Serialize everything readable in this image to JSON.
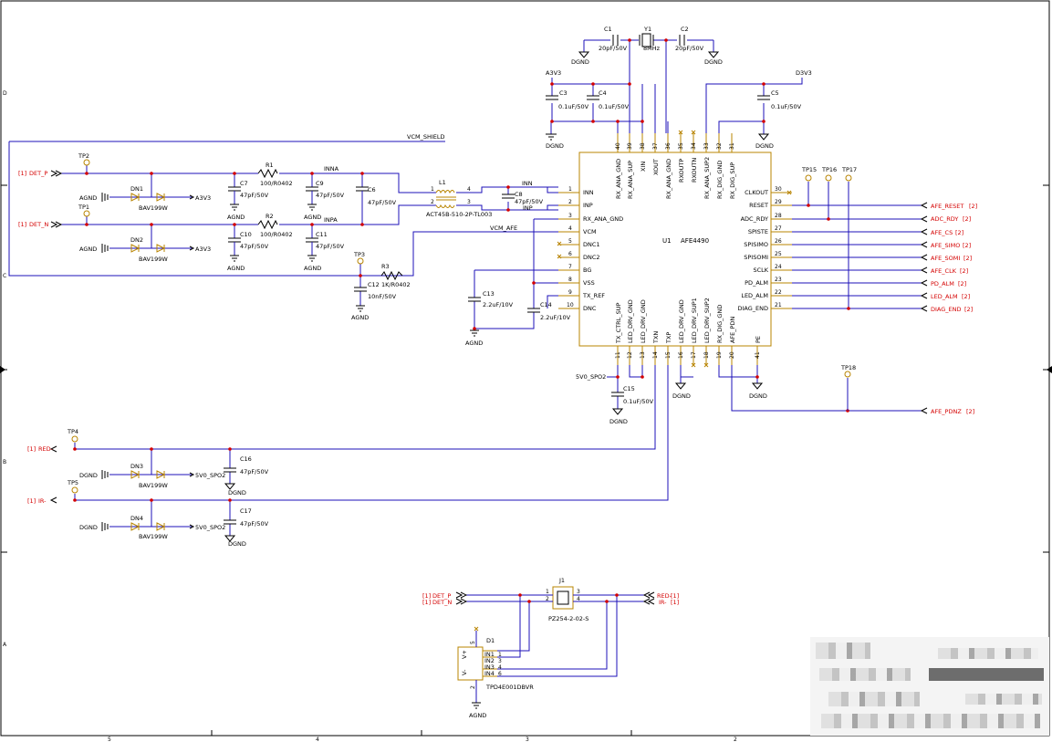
{
  "chip": {
    "ref": "U1",
    "part": "AFE4490"
  },
  "pins_left": [
    {
      "num": "1",
      "name": "INN"
    },
    {
      "num": "2",
      "name": "INP"
    },
    {
      "num": "3",
      "name": "RX_ANA_GND"
    },
    {
      "num": "4",
      "name": "VCM"
    },
    {
      "num": "5",
      "name": "DNC1"
    },
    {
      "num": "6",
      "name": "DNC2"
    },
    {
      "num": "7",
      "name": "BG"
    },
    {
      "num": "8",
      "name": "VSS"
    },
    {
      "num": "9",
      "name": "TX_REF"
    },
    {
      "num": "10",
      "name": "DNC"
    }
  ],
  "pins_right": [
    {
      "num": "30",
      "name": "CLKOUT"
    },
    {
      "num": "29",
      "name": "RESET"
    },
    {
      "num": "28",
      "name": "ADC_RDY"
    },
    {
      "num": "27",
      "name": "SPISTE"
    },
    {
      "num": "26",
      "name": "SPISIMO"
    },
    {
      "num": "25",
      "name": "SPISOMI"
    },
    {
      "num": "24",
      "name": "SCLK"
    },
    {
      "num": "23",
      "name": "PD_ALM"
    },
    {
      "num": "22",
      "name": "LED_ALM"
    },
    {
      "num": "21",
      "name": "DIAG_END"
    }
  ],
  "pins_top": [
    {
      "num": "40",
      "name": "RX_ANA_GND"
    },
    {
      "num": "39",
      "name": "RX_ANA_SUP"
    },
    {
      "num": "38",
      "name": "XIN"
    },
    {
      "num": "37",
      "name": "XOUT"
    },
    {
      "num": "36",
      "name": "RX_ANA_GND"
    },
    {
      "num": "35",
      "name": "RXOUTP"
    },
    {
      "num": "34",
      "name": "RXOUTN"
    },
    {
      "num": "33",
      "name": "RX_ANA_SUP2"
    },
    {
      "num": "32",
      "name": "RX_DIG_GND"
    },
    {
      "num": "31",
      "name": "RX_DIG_SUP"
    }
  ],
  "pins_bottom": [
    {
      "num": "11",
      "name": "TX_CTRL_SUP"
    },
    {
      "num": "12",
      "name": "LED_DRV_GND"
    },
    {
      "num": "13",
      "name": "LED_DRV_GND"
    },
    {
      "num": "14",
      "name": "TXN"
    },
    {
      "num": "15",
      "name": "TXP"
    },
    {
      "num": "16",
      "name": "LED_DRV_GND"
    },
    {
      "num": "17",
      "name": "LED_DRV_SUP1"
    },
    {
      "num": "18",
      "name": "LED_DRV_SUP2"
    },
    {
      "num": "19",
      "name": "RX_DIG_GND"
    },
    {
      "num": "20",
      "name": "AFE_PDN"
    },
    {
      "num": "41",
      "name": "PE"
    }
  ],
  "left_ports": [
    {
      "sheet": "[1]",
      "name": "DET_P"
    },
    {
      "sheet": "[1]",
      "name": "DET_N"
    },
    {
      "sheet": "[1]",
      "name": "RED-"
    },
    {
      "sheet": "[1]",
      "name": "IR-"
    }
  ],
  "right_ports": [
    {
      "name": "AFE_RESET",
      "sheet": "[2]"
    },
    {
      "name": "ADC_RDY",
      "sheet": "[2]"
    },
    {
      "name": "AFE_CS",
      "sheet": "[2]"
    },
    {
      "name": "AFE_SIMO",
      "sheet": "[2]"
    },
    {
      "name": "AFE_SOMI",
      "sheet": "[2]"
    },
    {
      "name": "AFE_CLK",
      "sheet": "[2]"
    },
    {
      "name": "PD_ALM",
      "sheet": "[2]"
    },
    {
      "name": "LED_ALM",
      "sheet": "[2]"
    },
    {
      "name": "DIAG_END",
      "sheet": "[2]"
    },
    {
      "name": "AFE_PDNZ",
      "sheet": "[2]"
    }
  ],
  "labels": {
    "vcm_shield": "VCM_SHIELD",
    "vcm_afe": "VCM_AFE",
    "inna": "INNA",
    "inpa": "INPA",
    "inn": "INN",
    "inp": "INP",
    "a3v3": "A3V3",
    "d3v3": "D3V3",
    "agnd": "AGND",
    "dgnd": "DGND",
    "v5_spo2": "5V0_SPO2",
    "l1_ref": "L1",
    "l1_part": "ACT45B-510-2P-TL003",
    "c1": "C1",
    "c1_val": "20pF/50V",
    "y1": "Y1",
    "y1_val": "8MHz",
    "c2": "C2",
    "c2_val": "20pF/50V",
    "c3": "C3",
    "c3_val": "0.1uF/50V",
    "c4": "C4",
    "c4_val": "0.1uF/50V",
    "c5": "C5",
    "c5_val": "0.1uF/50V",
    "r1": "R1",
    "r1_val": "100/R0402",
    "r2": "R2",
    "r2_val": "100/R0402",
    "r3": "R3",
    "r3_val": "1K/R0402",
    "c6": "C6",
    "c6_val": "47pF/50V",
    "c7": "C7",
    "c7_val": "47pF/50V",
    "c8": "C8",
    "c8_val": "47pF/50V",
    "c9": "C9",
    "c9_val": "47pF/50V",
    "c10": "C10",
    "c10_val": "47pF/50V",
    "c11": "C11",
    "c11_val": "47pF/50V",
    "c12": "C12",
    "c12_val": "10nF/50V",
    "c13": "C13",
    "c13_val": "2.2uF/10V",
    "c14": "C14",
    "c14_val": "2.2uF/10V",
    "c15": "C15",
    "c15_val": "0.1uF/50V",
    "c16": "C16",
    "c16_val": "47pF/50V",
    "c17": "C17",
    "c17_val": "47pF/50V",
    "dn1": "DN1",
    "dn2": "DN2",
    "dn3": "DN3",
    "dn4": "DN4",
    "bav": "BAV199W",
    "tp1": "TP1",
    "tp2": "TP2",
    "tp3": "TP3",
    "tp4": "TP4",
    "tp5": "TP5",
    "tp15": "TP15",
    "tp16": "TP16",
    "tp17": "TP17",
    "tp18": "TP18",
    "j1": "J1",
    "j1_part": "PZ254-2-02-S",
    "d1": "D1",
    "d1_part": "TPD4E001DBVR",
    "d1_in1": "IN1",
    "d1_in2": "IN2",
    "d1_in3": "IN3",
    "d1_in4": "IN4",
    "d1_vp": "V+",
    "d1_vn": "V-"
  },
  "border": {
    "left": [
      "D",
      "C",
      "B",
      "A"
    ],
    "bottom": [
      "5",
      "4",
      "3",
      "2"
    ]
  }
}
